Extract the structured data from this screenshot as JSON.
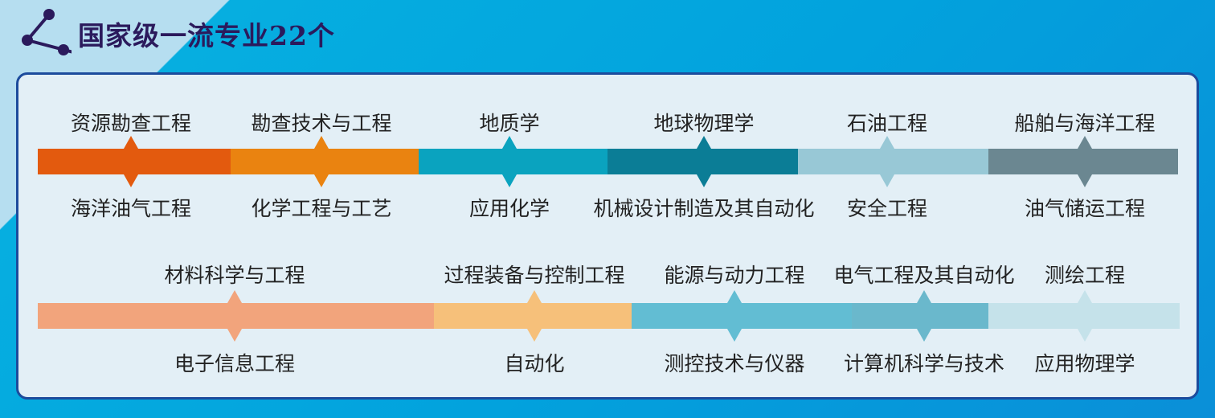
{
  "header": {
    "title": "国家级一流专业22个",
    "icon": "share-nodes-icon"
  },
  "rows": [
    [
      {
        "top": "资源勘查工程",
        "bottom": "海洋油气工程",
        "color": "#e35a0e"
      },
      {
        "top": "勘查技术与工程",
        "bottom": "化学工程与工艺",
        "color": "#ea8310"
      },
      {
        "top": "地质学",
        "bottom": "应用化学",
        "color": "#0aa3bf"
      },
      {
        "top": "地球物理学",
        "bottom": "机械设计制造及其自动化",
        "color": "#0b7d96"
      },
      {
        "top": "石油工程",
        "bottom": "安全工程",
        "color": "#98c8d6"
      },
      {
        "top": "船舶与海洋工程",
        "bottom": "油气储运工程",
        "color": "#6b8791"
      }
    ],
    [
      {
        "top": "材料科学与工程",
        "bottom": "电子信息工程",
        "color": "#f2a47c"
      },
      {
        "top": "过程装备与控制工程",
        "bottom": "自动化",
        "color": "#f6c07a"
      },
      {
        "top": "能源与动力工程",
        "bottom": "测控技术与仪器",
        "color": "#62bdd3"
      },
      {
        "top": "电气工程及其自动化",
        "bottom": "计算机科学与技术",
        "color": "#6ab8cc"
      },
      {
        "top": "测绘工程",
        "bottom": "应用物理学",
        "color": "#c5e2ea"
      }
    ]
  ]
}
